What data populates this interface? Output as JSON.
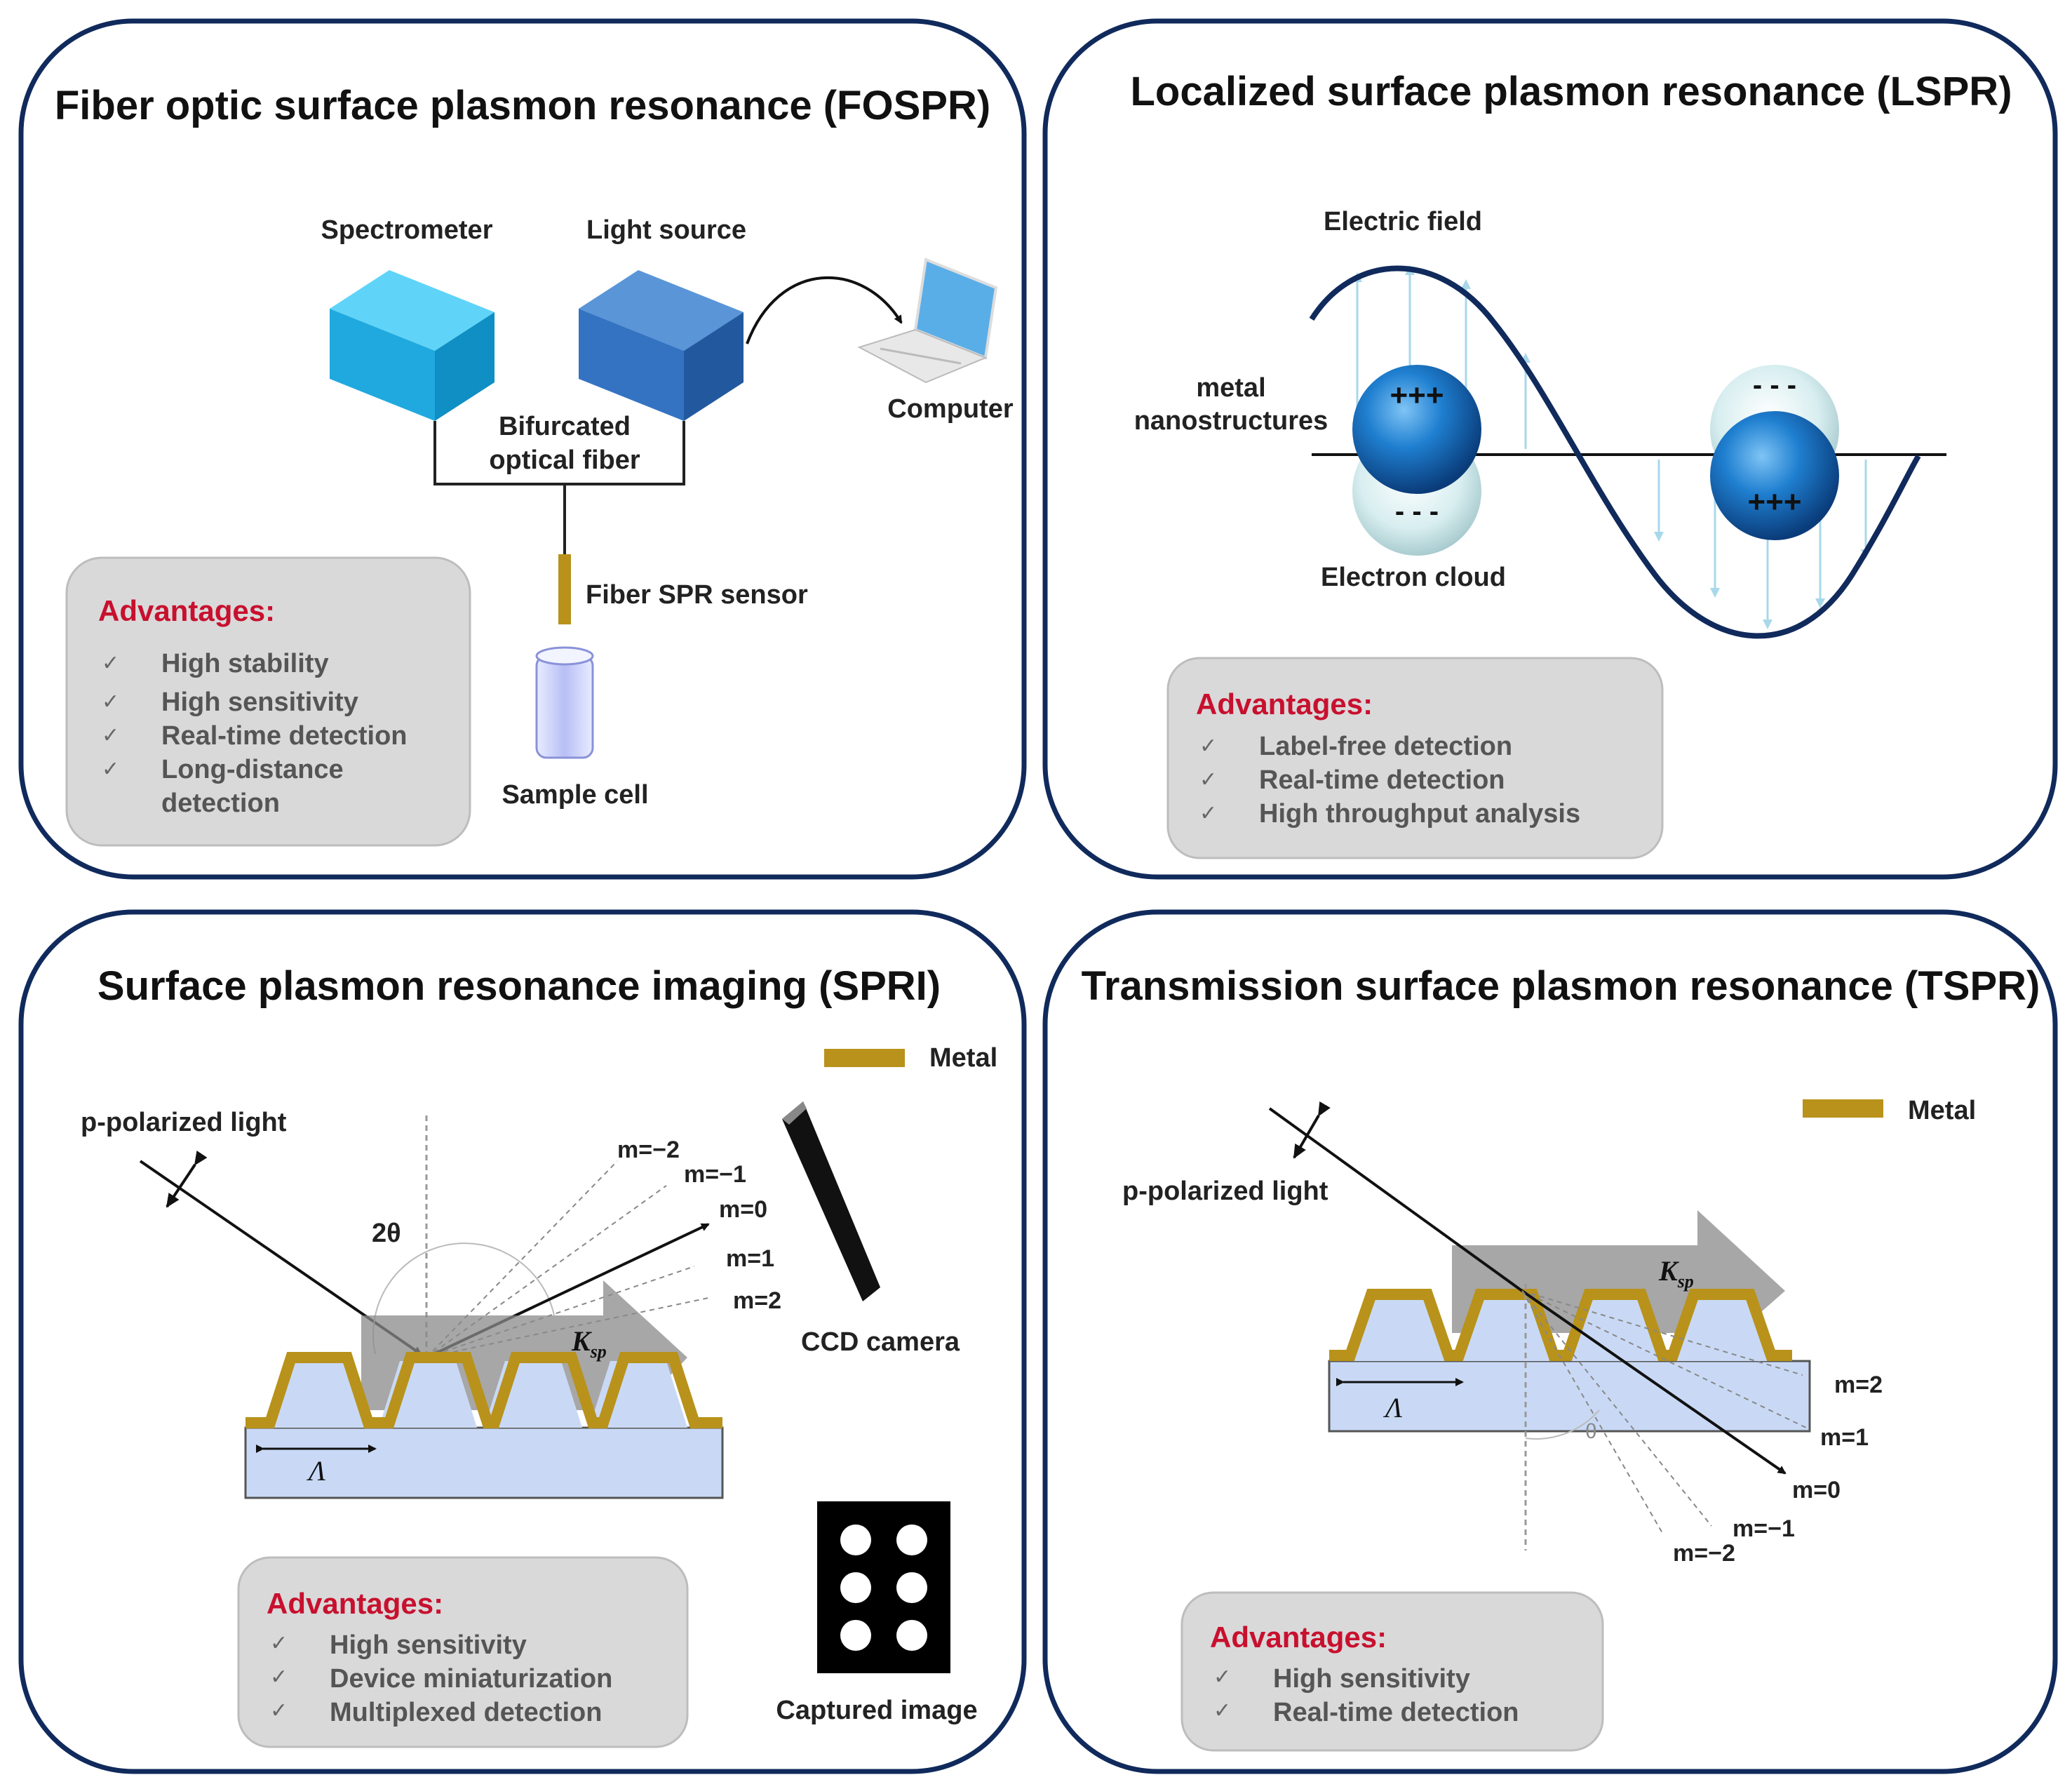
{
  "panels": {
    "fospr": {
      "title": "Fiber optic surface plasmon resonance (FOSPR)",
      "spectrometer": "Spectrometer",
      "light_source": "Light source",
      "computer": "Computer",
      "fiber_line1": "Bifurcated",
      "fiber_line2": "optical fiber",
      "sensor": "Fiber SPR sensor",
      "sample_cell": "Sample cell",
      "advantages_title": "Advantages:",
      "advantages": [
        "High stability",
        "High sensitivity",
        "Real-time detection",
        "Long-distance",
        "detection"
      ]
    },
    "lspr": {
      "title": "Localized surface plasmon resonance (LSPR)",
      "electric_field": "Electric field",
      "metal_line1": "metal",
      "metal_line2": "nanostructures",
      "electron_cloud": "Electron cloud",
      "plus": "+++",
      "minus": "- - -",
      "advantages_title": "Advantages:",
      "advantages": [
        "Label-free detection",
        "Real-time detection",
        "High throughput  analysis"
      ]
    },
    "spri": {
      "title": "Surface plasmon resonance imaging (SPRI)",
      "metal_legend": "Metal",
      "p_light": "p-polarized light",
      "angle": "2θ",
      "orders": [
        "m=−2",
        "m=−1",
        "m=0",
        "m=1",
        "m=2"
      ],
      "ksp": "K",
      "ksp_sub": "sp",
      "period": "Λ",
      "ccd": "CCD  camera",
      "captured": "Captured image",
      "advantages_title": "Advantages:",
      "advantages": [
        "High sensitivity",
        "Device miniaturization",
        "Multiplexed detection"
      ]
    },
    "tspr": {
      "title": "Transmission surface plasmon resonance (TSPR)",
      "metal_legend": "Metal",
      "p_light": "p-polarized light",
      "ksp": "K",
      "ksp_sub": "sp",
      "period": "Λ",
      "angle": "θ",
      "orders": [
        "m=2",
        "m=1",
        "m=0",
        "m=−1",
        "m=−2"
      ],
      "advantages_title": "Advantages:",
      "advantages": [
        "High sensitivity",
        "Real-time detection"
      ]
    }
  },
  "check_mark": "✓",
  "colors": {
    "frame": "#102a5c",
    "advantage_red": "#c8102e",
    "metal": "#b8921a",
    "substrate": "#c9d9f5",
    "cyan_box": "#22b8ea",
    "blue_box": "#3a78c8",
    "adv_box": "#d9d9d9"
  }
}
